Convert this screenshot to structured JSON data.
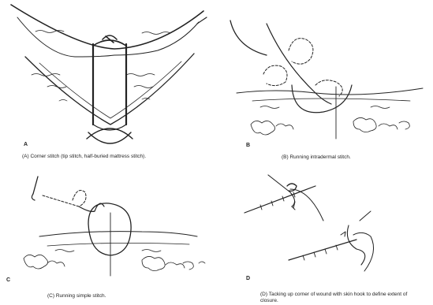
{
  "panels": [
    {
      "letter": "A",
      "caption": "(A) Corner stitch (tip stitch, half-buried mattress stitch)."
    },
    {
      "letter": "B",
      "caption": "(B) Running intradermal stitch."
    },
    {
      "letter": "C",
      "caption": "(C) Running simple stitch."
    },
    {
      "letter": "D",
      "caption": "(D) Tacking up corner of wound with skin hook to define extent of closure."
    }
  ],
  "colors": {
    "ink": "#222222",
    "background": "#ffffff"
  }
}
